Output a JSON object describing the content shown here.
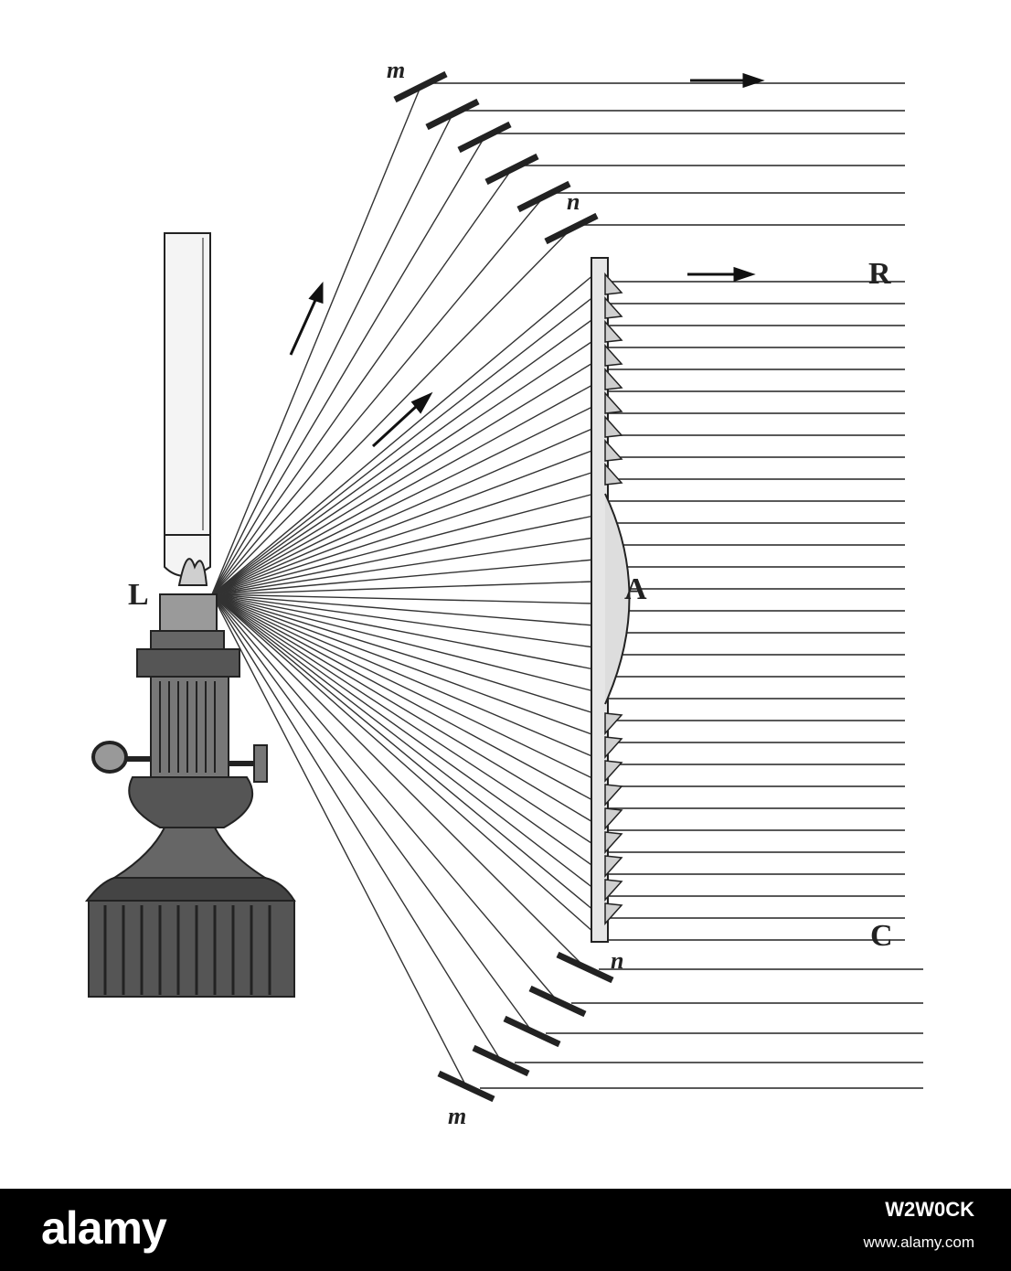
{
  "figure": {
    "labels": {
      "lamp": "L",
      "lens_center": "A",
      "right_top": "R",
      "right_bottom": "C",
      "mirror_top": "m",
      "mirror_top_inner": "n",
      "mirror_bottom_inner": "n",
      "mirror_bottom": "m"
    }
  },
  "footer": {
    "brand": "alamy",
    "image_id": "W2W0CK",
    "site_url": "www.alamy.com"
  },
  "colors": {
    "ink": "#222222",
    "footer_bg": "#000000",
    "footer_text": "#ffffff"
  }
}
